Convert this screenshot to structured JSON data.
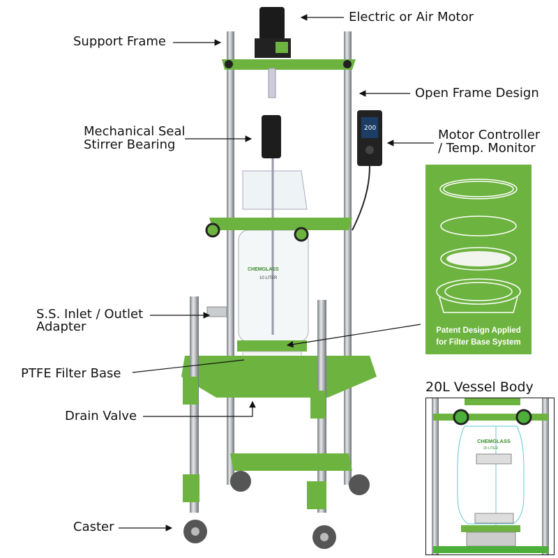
{
  "labels": {
    "motor": "Electric or Air Motor",
    "support_frame": "Support Frame",
    "open_frame": "Open Frame Design",
    "seal_line1": "Mechanical Seal",
    "seal_line2": "Stirrer Bearing",
    "controller_line1": "Motor Controller",
    "controller_line2": "/ Temp. Monitor",
    "inlet_line1": "S.S. Inlet / Outlet",
    "inlet_line2": "Adapter",
    "filter_base": "PTFE Filter Base",
    "drain_valve": "Drain Valve",
    "caster": "Caster"
  },
  "filter_panel": {
    "caption_line1": "Patent Design Applied",
    "caption_line2": "for Filter Base System"
  },
  "inset": {
    "title": "20L Vessel Body",
    "brand": "CHEMGLASS",
    "volume": "20 LITER"
  },
  "vessel": {
    "brand": "CHEMGLASS",
    "volume": "10 LITER"
  },
  "controller_display": "200",
  "colors": {
    "frame_green": "#6cb33f",
    "panel_green": "#6db33f",
    "steel": "#b9bcbf"
  }
}
